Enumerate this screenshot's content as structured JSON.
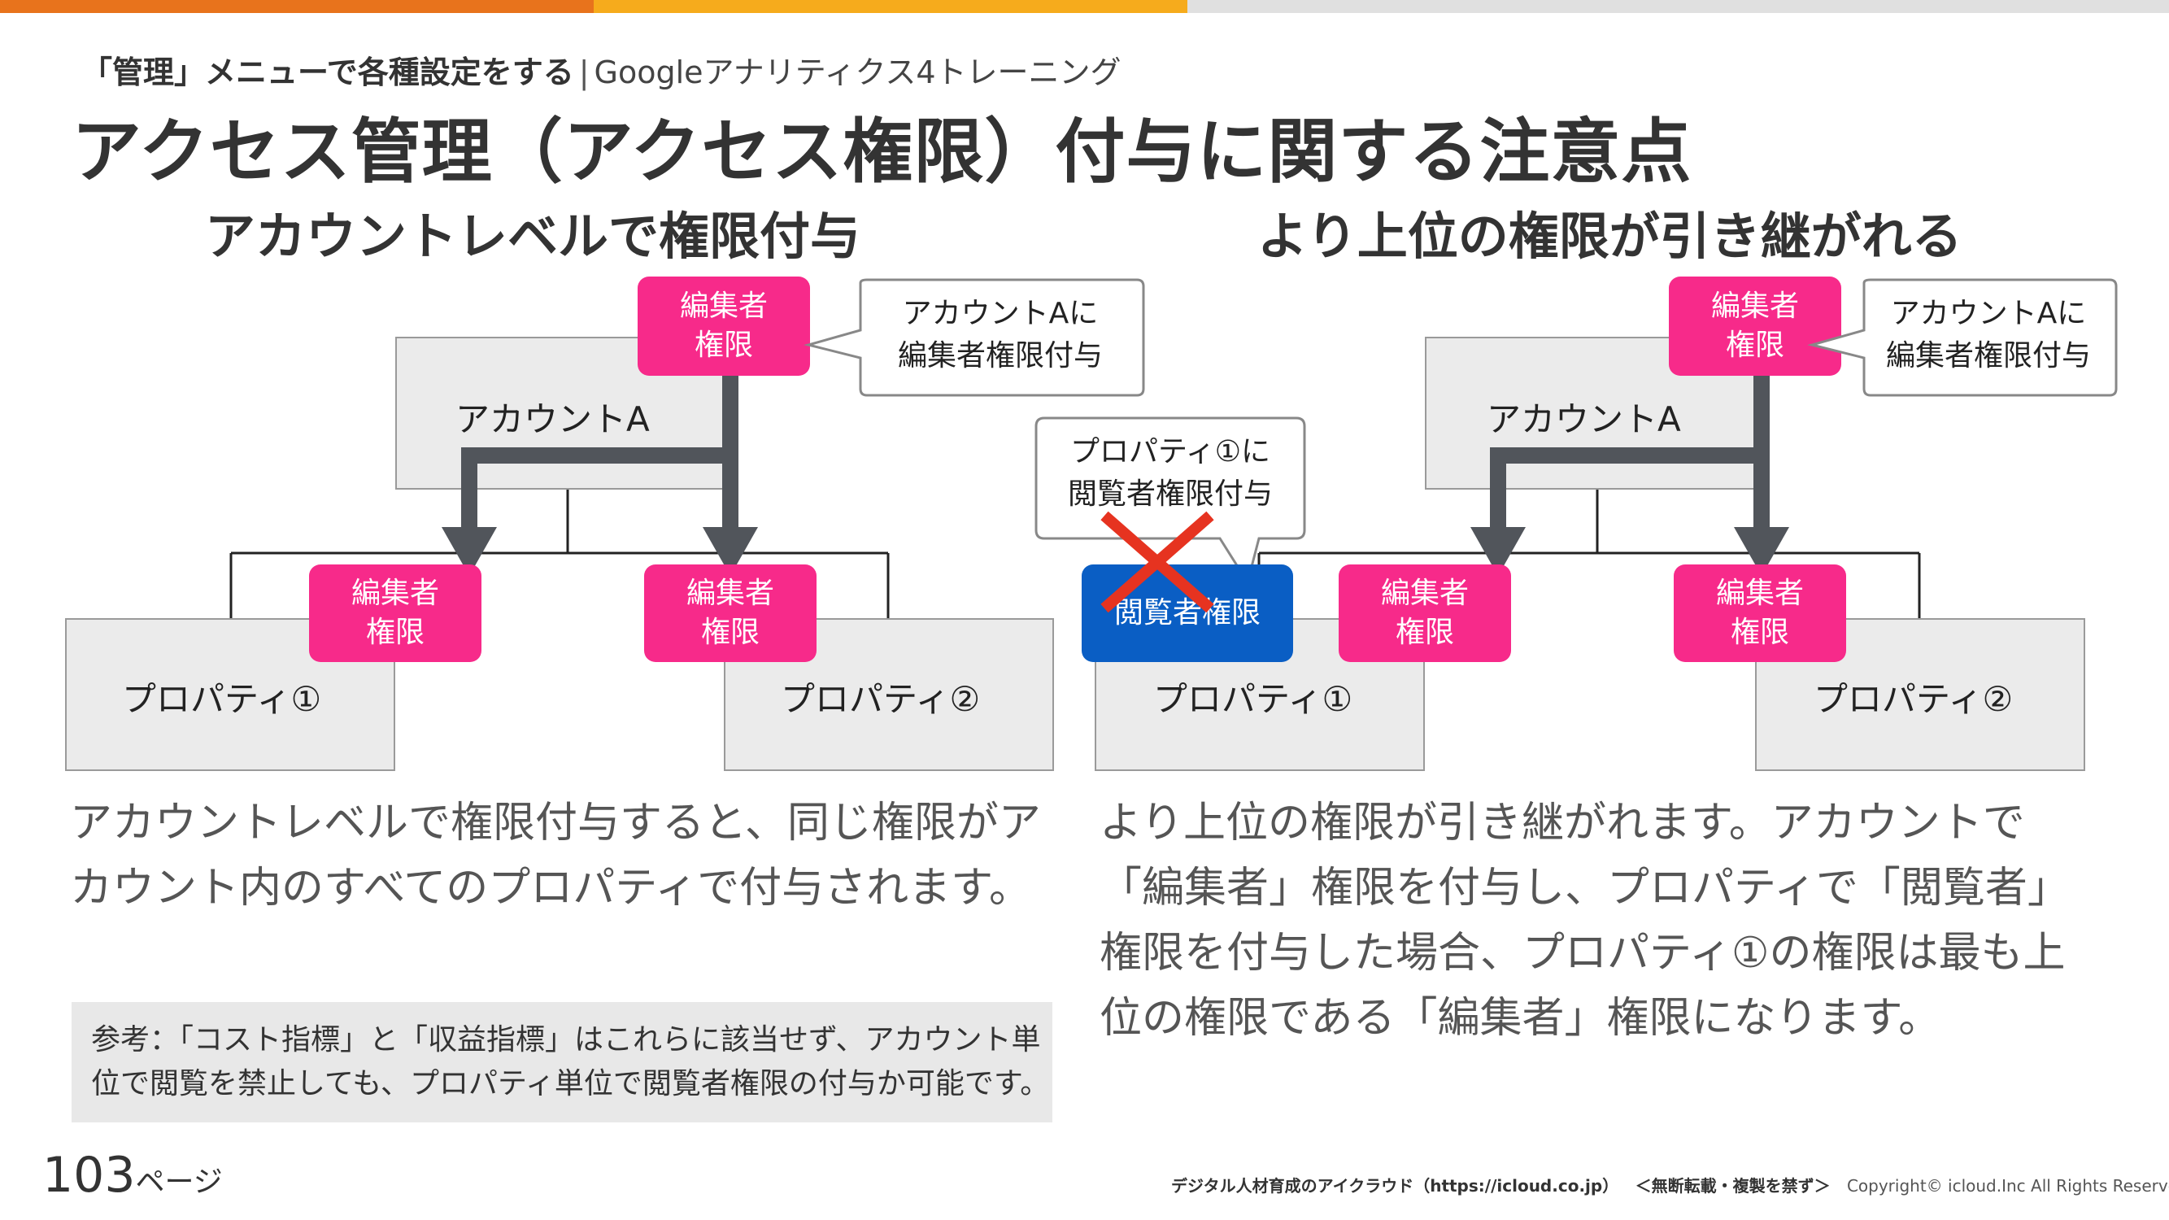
{
  "header": {
    "breadcrumb_section": "「管理」メニューで各種設定をする",
    "breadcrumb_separator": "|",
    "breadcrumb_course": "Googleアナリティクス4トレーニング",
    "title": "アクセス管理（アクセス権限）付与に関する注意点"
  },
  "colors": {
    "bar_orange": "#e8731c",
    "bar_yellow": "#f6ab1c",
    "editor_pink": "#f72a8a",
    "viewer_blue": "#0a5ec4",
    "arrow_gray": "#51555b",
    "cross_red": "#e63320"
  },
  "left_panel": {
    "heading": "アカウントレベルで権限付与",
    "account_label": "アカウントA",
    "account_badge": {
      "line1": "編集者",
      "line2": "権限"
    },
    "callout": {
      "line1": "アカウントAに",
      "line2": "編集者権限付与"
    },
    "property1": {
      "label": "プロパティ①",
      "badge_line1": "編集者",
      "badge_line2": "権限"
    },
    "property2": {
      "label": "プロパティ②",
      "badge_line1": "編集者",
      "badge_line2": "権限"
    },
    "description": {
      "line1": "アカウントレベルで権限付与すると、同じ権限がア",
      "line2": "カウント内のすべてのプロパティで付与されます。"
    }
  },
  "right_panel": {
    "heading": "より上位の権限が引き継がれる",
    "account_label": "アカウントA",
    "account_badge": {
      "line1": "編集者",
      "line2": "権限"
    },
    "callout": {
      "line1": "アカウントAに",
      "line2": "編集者権限付与"
    },
    "viewer_callout": {
      "line1": "プロパティ①に",
      "line2": "閲覧者権限付与"
    },
    "viewer_badge": "閲覧者権限",
    "cross_icon": "cross-mark-icon",
    "property1": {
      "label": "プロパティ①",
      "badge_line1": "編集者",
      "badge_line2": "権限"
    },
    "property2": {
      "label": "プロパティ②",
      "badge_line1": "編集者",
      "badge_line2": "権限"
    },
    "description": {
      "line1": "より上位の権限が引き継がれます。アカウントで",
      "line2": "「編集者」権限を付与し、プロパティで「閲覧者」",
      "line3": "権限を付与した場合、プロパティ①の権限は最も上",
      "line4": "位の権限である「編集者」権限になります。"
    }
  },
  "note": {
    "line1": "参考：「コスト指標」と「収益指標」はこれらに該当せず、アカウント単",
    "line2": "位で閲覧を禁止しても、プロパティ単位で閲覧者権限の付与か可能です。"
  },
  "footer": {
    "page_number": "103",
    "page_suffix": "ページ",
    "company": "デジタル人材育成のアイクラウド（https://icloud.co.jp）",
    "notice": "＜無断転載・複製を禁ず＞",
    "copyright": "Copyright© icloud.Inc All Rights Reserved."
  }
}
